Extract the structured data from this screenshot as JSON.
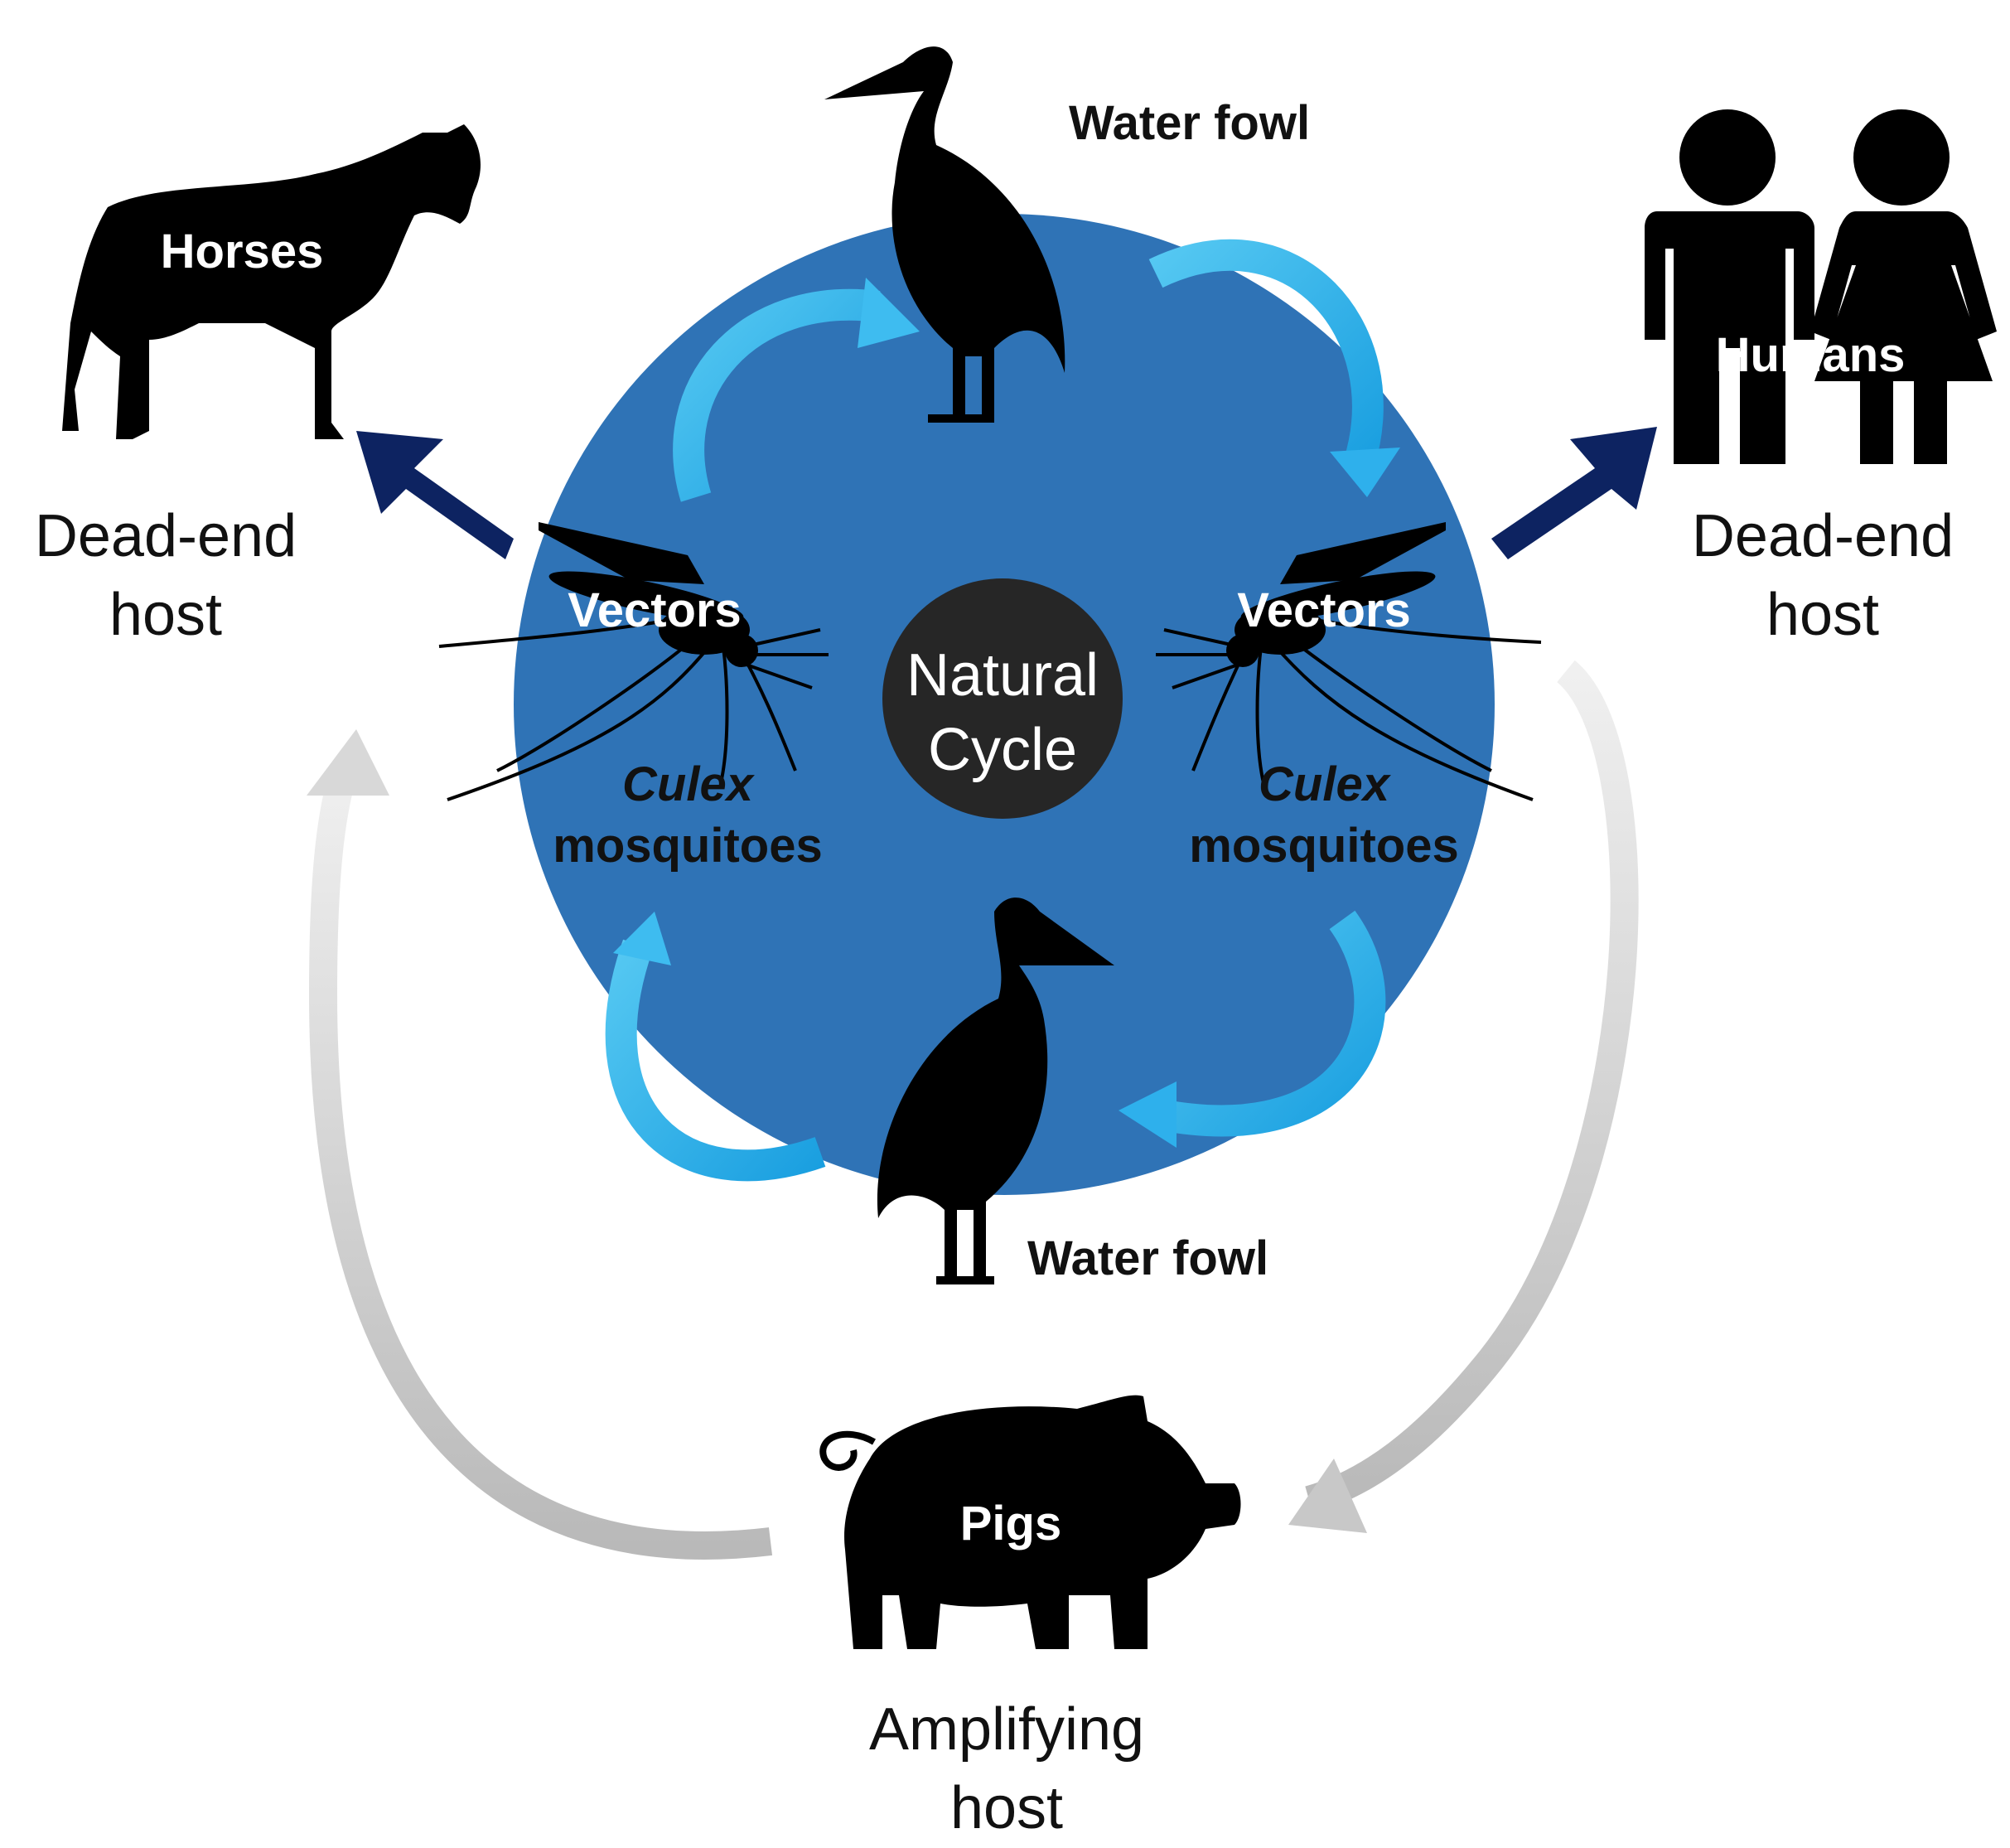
{
  "center": {
    "line1": "Natural",
    "line2": "Cycle"
  },
  "waterfowl_top": "Water fowl",
  "waterfowl_bottom": "Water fowl",
  "horses": {
    "label": "Horses",
    "role_line1": "Dead-end",
    "role_line2": "host"
  },
  "humans": {
    "label": "Humans",
    "role_line1": "Dead-end",
    "role_line2": "host"
  },
  "pigs": {
    "label": "Pigs",
    "role_line1": "Amplifying",
    "role_line2": "host"
  },
  "vectors_left": {
    "label": "Vectors",
    "genus": "Culex",
    "common": "mosquitoes"
  },
  "vectors_right": {
    "label": "Vectors",
    "genus": "Culex",
    "common": "mosquitoes"
  },
  "colors": {
    "cycle_disc": "#2f73b6",
    "center_disc": "#262626",
    "inner_arrows": "#2ab3ea",
    "outward_arrows": "#0d2361",
    "pig_arrows": "#c8c8c8",
    "silhouette": "#000000"
  },
  "icons": [
    "stork-icon",
    "horse-icon",
    "people-icon",
    "mosquito-icon",
    "pig-icon"
  ]
}
